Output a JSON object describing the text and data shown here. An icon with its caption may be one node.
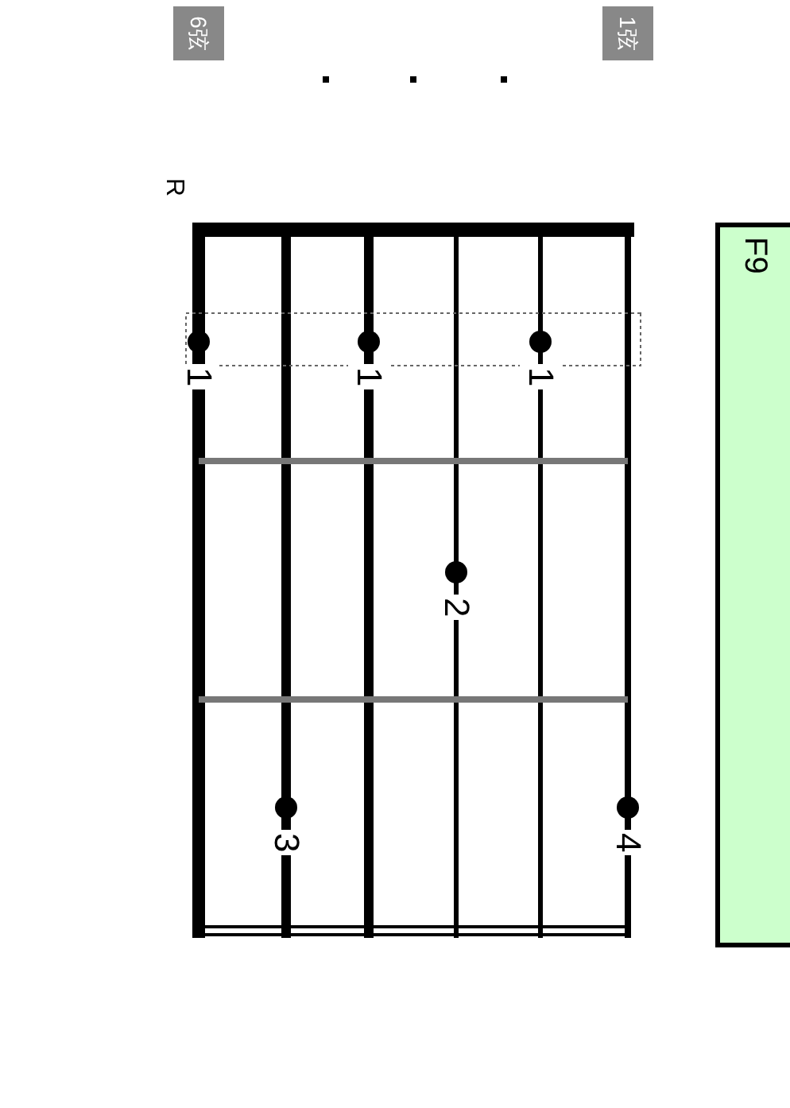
{
  "diagram": {
    "nodes": [
      {
        "text": [
          "F9"
        ]
      }
    ],
    "labels": [
      "6弦",
      "1弦",
      "R",
      "1",
      "1",
      "1",
      "2",
      "3",
      "4"
    ]
  }
}
